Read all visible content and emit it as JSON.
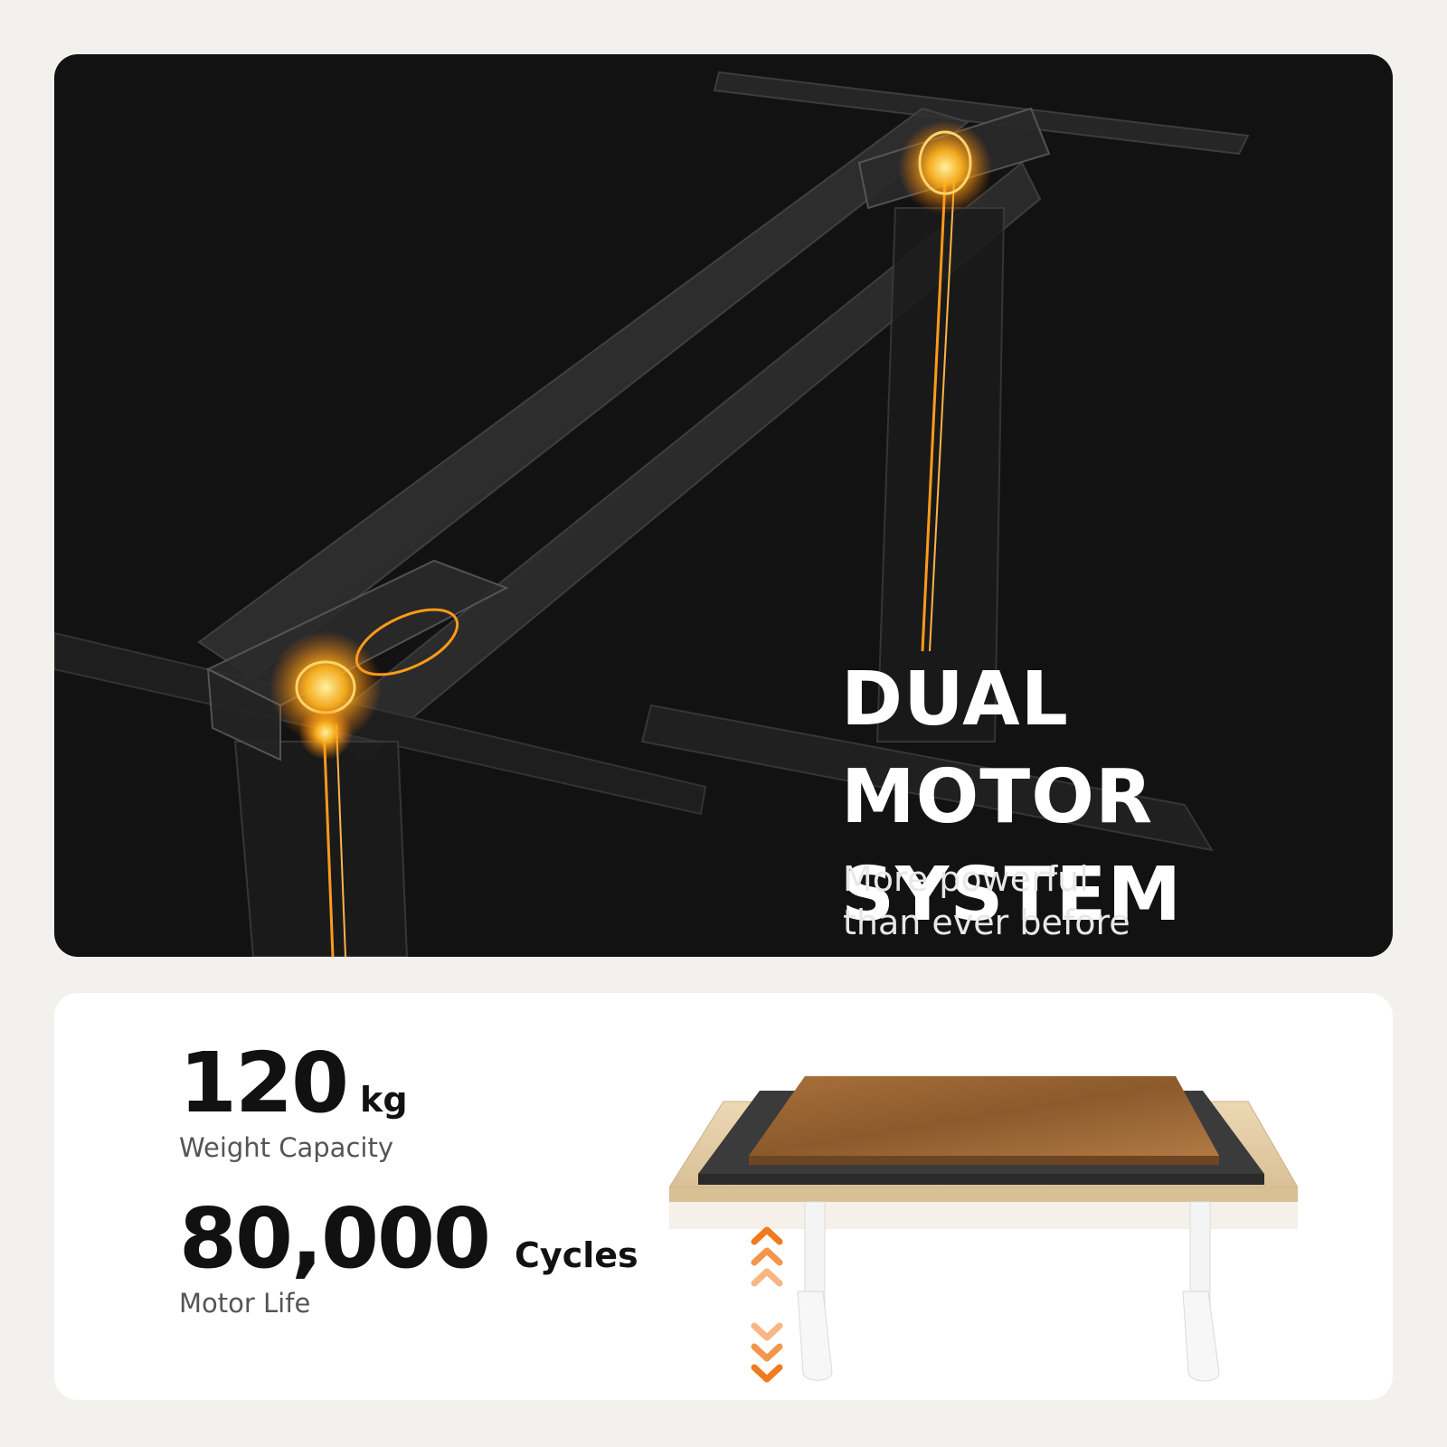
{
  "hero": {
    "headline_line1": "DUAL MOTOR",
    "headline_line2": "SYSTEM",
    "sub_line1": "More powerful",
    "sub_line2": "than ever before"
  },
  "stats": [
    {
      "value": "120",
      "unit": "kg",
      "label": "Weight Capacity"
    },
    {
      "value": "80,000",
      "unit": "Cycles",
      "label": "Motor Life"
    }
  ],
  "colors": {
    "hero_bg": "#121212",
    "motor_glow": "#ff9a1a",
    "arrow": "#f07a1e",
    "page_bg": "#f3f1ed"
  },
  "icons": {
    "up_arrows": "chevron-up-icon",
    "down_arrows": "chevron-down-icon"
  }
}
